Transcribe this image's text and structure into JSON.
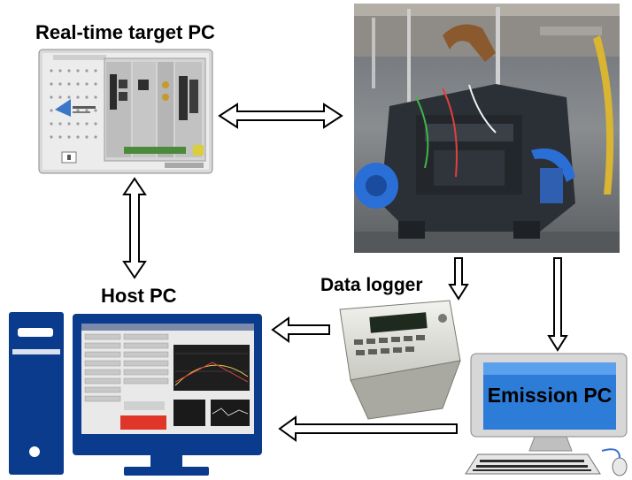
{
  "labels": {
    "realtime_target_pc": "Real-time target PC",
    "host_pc": "Host PC",
    "data_logger": "Data logger",
    "emission_pc": "Emission PC"
  },
  "components": [
    {
      "id": "realtime-target-pc",
      "icon": "pxi-chassis-icon",
      "label_ref": "realtime_target_pc"
    },
    {
      "id": "engine-testbed",
      "icon": "engine-photo",
      "label_ref": ""
    },
    {
      "id": "host-pc",
      "icon": "desktop-computer-icon",
      "label_ref": "host_pc"
    },
    {
      "id": "data-logger",
      "icon": "data-logger-icon",
      "label_ref": "data_logger"
    },
    {
      "id": "emission-pc",
      "icon": "computer-monitor-icon",
      "label_ref": "emission_pc"
    }
  ],
  "connections": [
    {
      "from": "realtime-target-pc",
      "to": "engine-testbed",
      "style": "bidirectional"
    },
    {
      "from": "realtime-target-pc",
      "to": "host-pc",
      "style": "bidirectional"
    },
    {
      "from": "engine-testbed",
      "to": "data-logger",
      "style": "one-way"
    },
    {
      "from": "engine-testbed",
      "to": "emission-pc",
      "style": "one-way"
    },
    {
      "from": "data-logger",
      "to": "host-pc",
      "style": "one-way"
    },
    {
      "from": "emission-pc",
      "to": "host-pc",
      "style": "one-way"
    }
  ],
  "colors": {
    "monitor_blue": "#0a3b8c",
    "tower_blue": "#0a3b8c",
    "chassis_gray": "#e4e4e4",
    "engine_dark": "#2a2f36",
    "engine_blue": "#2a6fd6",
    "arrow_stroke": "#000000"
  }
}
